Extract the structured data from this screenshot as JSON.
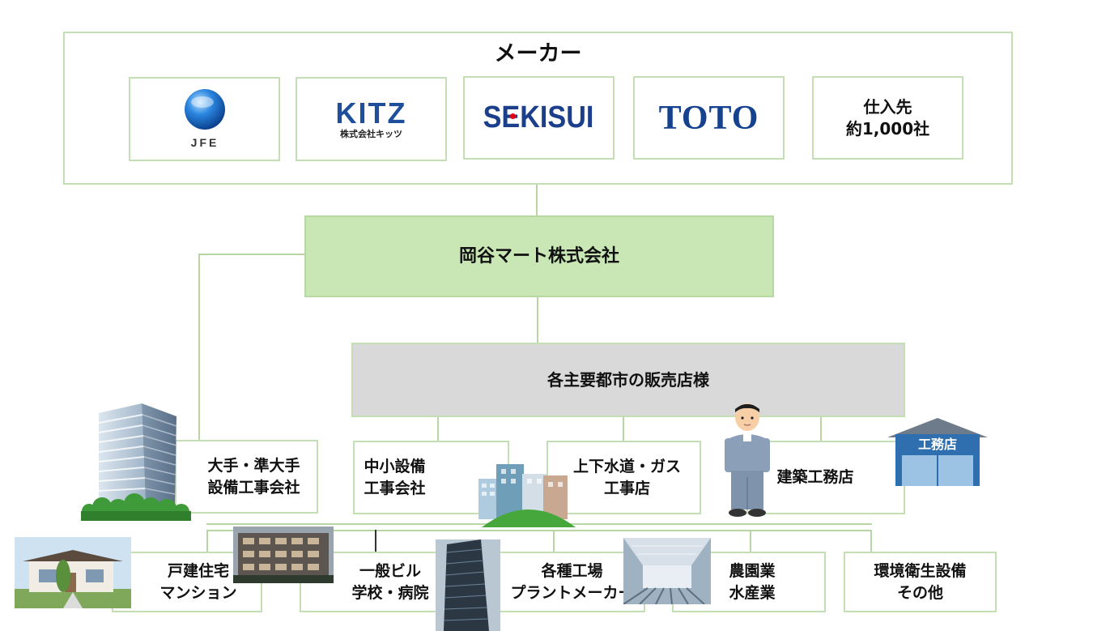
{
  "colors": {
    "border": "#c5dfb4",
    "company_fill": "#c9e6b5",
    "shop_fill": "#d9d9d9",
    "connector": "#b8d6a4",
    "jfe_blue": "#1a6fc7",
    "kitz_blue": "#1d4f9a",
    "sekisui_blue": "#1c3f8c",
    "toto_blue": "#15418f",
    "sekisui_red": "#e60012"
  },
  "makers": {
    "title": "メーカー",
    "logos": [
      {
        "name": "JFE",
        "icon": "jfe-logo-icon"
      },
      {
        "name": "KITZ",
        "sub": "株式会社キッツ",
        "icon": "kitz-logo-icon"
      },
      {
        "name": "SEKISUI",
        "icon": "sekisui-logo-icon"
      },
      {
        "name": "TOTO",
        "icon": "toto-logo-icon"
      }
    ],
    "suppliers": {
      "line1": "仕入先",
      "line2": "約1,000社"
    }
  },
  "company": {
    "label": "岡谷マート株式会社"
  },
  "shops": {
    "label": "各主要都市の販売店様"
  },
  "contractors": [
    {
      "line1": "大手・準大手",
      "line2": "設備工事会社",
      "icon": "skyscraper-icon"
    },
    {
      "line1": "中小設備",
      "line2": "工事会社",
      "icon": "city-buildings-icon"
    },
    {
      "line1": "上下水道・ガス",
      "line2": "工事店",
      "icon": ""
    },
    {
      "line1": "建築工務店",
      "line2": "",
      "icon": "worker-icon"
    }
  ],
  "koumuten_sign": "工務店",
  "endusers": [
    {
      "line1": "戸建住宅",
      "line2": "マンション",
      "icon": "house-photo-icon"
    },
    {
      "line1": "一般ビル",
      "line2": "学校・病院",
      "icon": "apartment-photo-icon"
    },
    {
      "line1": "各種工場",
      "line2": "プラントメーカー",
      "icon": "tower-photo-icon"
    },
    {
      "line1": "農園業",
      "line2": "水産業",
      "icon": "factory-photo-icon"
    },
    {
      "line1": "環境衛生設備",
      "line2": "その他",
      "icon": ""
    }
  ]
}
